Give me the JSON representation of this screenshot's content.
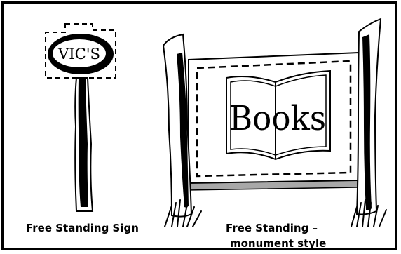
{
  "captions": {
    "left": "Free Standing Sign",
    "right_line1": "Free Standing –",
    "right_line2": "monument style"
  },
  "signs": {
    "pole_sign_text": "VIC'S",
    "monument_sign_text": "Books"
  },
  "colors": {
    "ink": "#000000",
    "paper": "#ffffff",
    "shadow": "#a8a8a8"
  }
}
